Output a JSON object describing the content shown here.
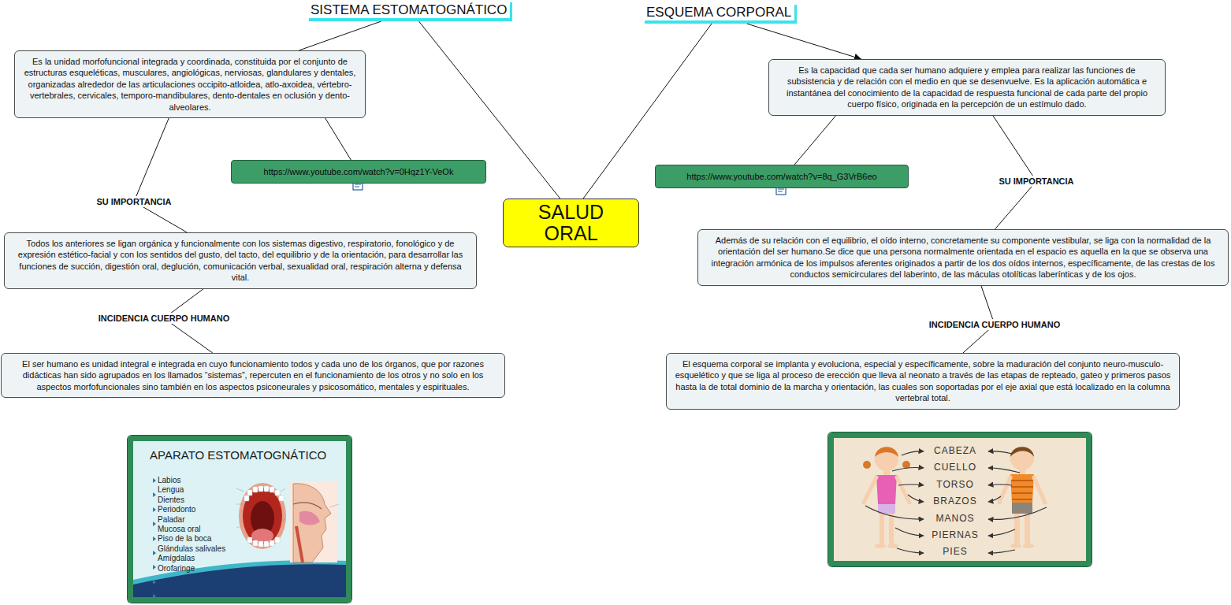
{
  "diagram": {
    "nodes": [
      {
        "text": [
          "SISTEMA ESTOMATOGNÁTICO"
        ]
      },
      {
        "text": [
          "ESQUEMA CORPORAL"
        ]
      },
      {
        "text": [
          "Es la unidad morfofuncional integrada y coordinada, constituida por el conjunto de estructuras esqueléticas, musculares, angiológicas, nerviosas, glandulares y dentales, organizadas alrededor de las articulaciones occipito-atloidea, atlo-axoidea, vértebro-vertebrales, cervicales, temporo-mandibulares, dento-dentales en oclusión y dento-alveolares."
        ]
      },
      {
        "text": [
          "Es la capacidad que cada ser humano adquiere y emplea para realizar las funciones de subsistencia y de relación con el medio en que se desenvuelve. Es la aplicación automática e instantánea del conocimiento de la capacidad de respuesta funcional de cada parte del propio cuerpo físico, originada en la percepción de un estímulo dado."
        ]
      },
      {
        "text": [
          "https://www.youtube.com/watch?v=0Hqz1Y-VeOk"
        ]
      },
      {
        "text": [
          "https://www.youtube.com/watch?v=8q_G3VrB6eo"
        ]
      },
      {
        "text": [
          "SALUD ORAL"
        ]
      },
      {
        "text": [
          "Todos los anteriores se ligan orgánica y funcionalmente con los sistemas digestivo, respiratorio, fonológico y de expresión estético-facial y con los sentidos del gusto, del tacto, del equilibrio y de la orientación, para desarrollar las funciones de succión, digestión oral, deglución, comunicación verbal, sexualidad oral, respiración alterna y defensa vital."
        ]
      },
      {
        "text": [
          "Además de su relación con el equilibrio, el oído interno, concretamente su componente vestibular, se liga con la normalidad de la orientación del ser humano.Se dice que una persona normalmente orientada en el espacio es aquella en la que se observa una integración armónica de los impulsos aferentes originados a partir de los dos oídos internos, específicamente, de las crestas de los conductos semicirculares del laberinto, de las máculas otolíticas laberínticas y de los ojos."
        ]
      },
      {
        "text": [
          "El ser humano es unidad integral e integrada en cuyo funcionamiento todos y cada uno de los órganos, que por razones didácticas han sido agrupados en los llamados “sistemas”, repercuten en el funcionamiento de los otros y no solo en los aspectos morfofuncionales sino también en los aspectos psiconeurales y psicosomático, mentales y espirituales."
        ]
      },
      {
        "text": [
          "El esquema corporal se implanta y evoluciona, especial y específicamente, sobre la maduración del conjunto neuro-musculo-esquelético y que se liga al proceso de erección que lleva al neonato a través de las etapas de repteado, gateo y primeros pasos hasta la de total dominio de la marcha y orientación, las cuales son soportadas por el eje axial que está localizado en la columna vertebral total."
        ]
      },
      {
        "text": [
          "APARATO ESTOMATOGNÁTICO",
          "Labios",
          "Lengua",
          "Dientes",
          "Periodonto",
          "Paladar",
          "Mucosa oral",
          "Piso de la boca",
          "Glándulas salivales",
          "Amígdalas",
          "Orofaringe"
        ]
      },
      {
        "text": [
          "CABEZA",
          "CUELLO",
          "TORSO",
          "BRAZOS",
          "MANOS",
          "PIERNAS",
          "PIES"
        ]
      }
    ],
    "edges": [
      {
        "from": 6,
        "to": 0,
        "arrow": "none"
      },
      {
        "from": 6,
        "to": 1,
        "arrow": "none"
      },
      {
        "from": 0,
        "to": 2,
        "arrow": "none"
      },
      {
        "from": 1,
        "to": 3,
        "arrow": "to"
      },
      {
        "from": 2,
        "to": 4,
        "arrow": "none"
      },
      {
        "from": 3,
        "to": 5,
        "arrow": "none"
      },
      {
        "from": 2,
        "to": 7,
        "label": "SU IMPORTANCIA",
        "arrow": "none"
      },
      {
        "from": 3,
        "to": 8,
        "label": "SU IMPORTANCIA",
        "arrow": "none"
      },
      {
        "from": 7,
        "to": 9,
        "label": "INCIDENCIA CUERPO HUMANO",
        "arrow": "none"
      },
      {
        "from": 8,
        "to": 10,
        "label": "INCIDENCIA CUERPO HUMANO",
        "arrow": "none"
      }
    ]
  }
}
